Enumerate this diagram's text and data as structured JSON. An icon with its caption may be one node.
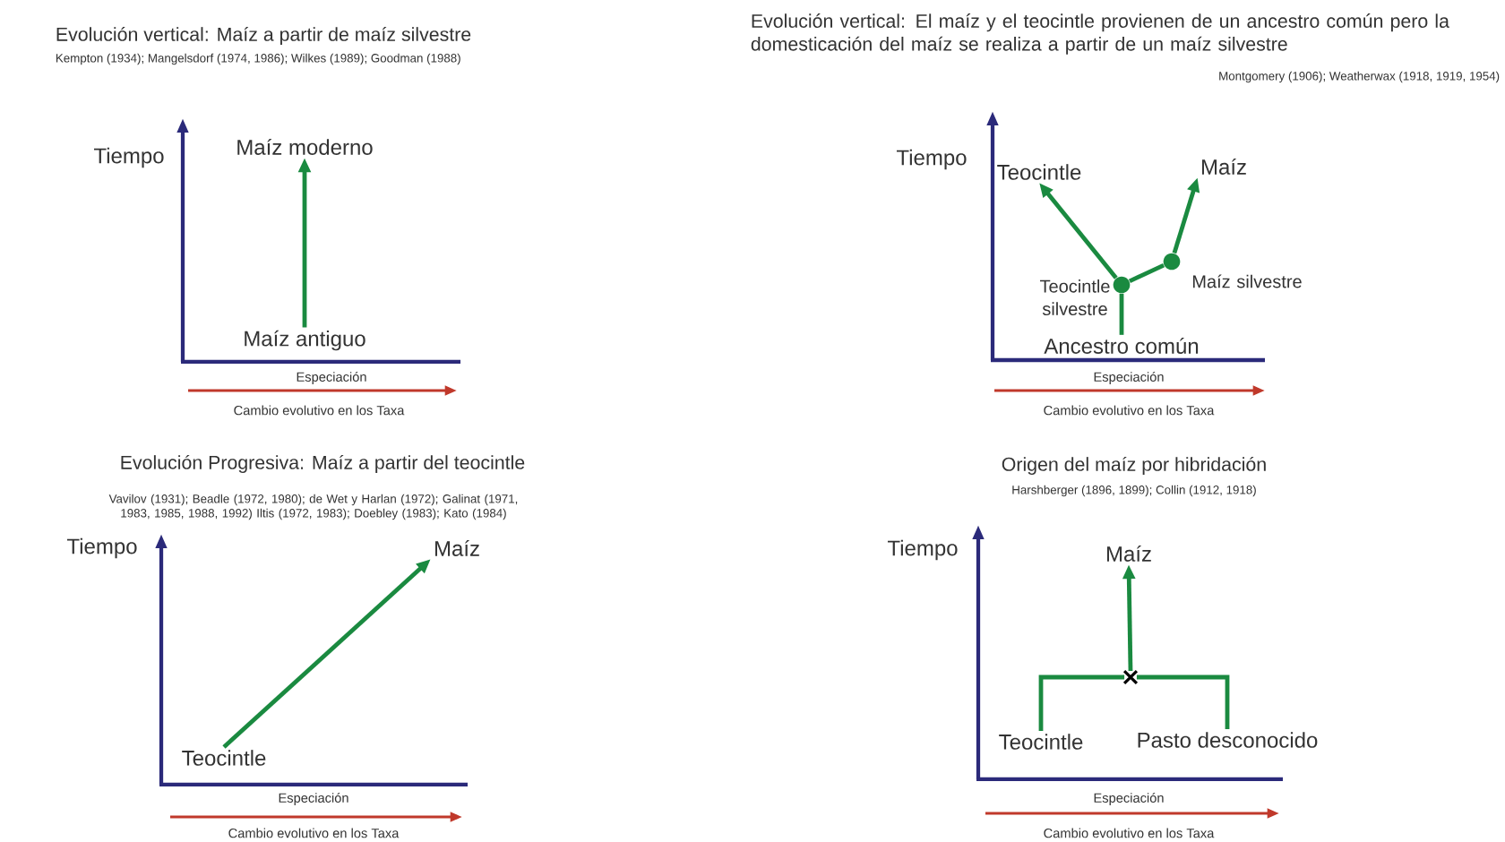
{
  "diagram": {
    "nodes": [
      {
        "text": [
          "Maíz moderno"
        ]
      },
      {
        "text": [
          "Maíz antiguo"
        ]
      },
      {
        "text": [
          "Teocintle"
        ]
      },
      {
        "text": [
          "Maíz"
        ]
      },
      {
        "text": [],
        "shape": "circle",
        "beside": [
          "Teocintle silvestre"
        ]
      },
      {
        "text": [],
        "shape": "circle",
        "beside": [
          "Maíz silvestre"
        ]
      },
      {
        "text": [
          "Ancestro común"
        ]
      },
      {
        "text": [
          "Maíz"
        ]
      },
      {
        "text": [
          "Teocintle"
        ]
      },
      {
        "text": [
          "Maíz"
        ]
      },
      {
        "text": [],
        "shape": "cross"
      },
      {
        "text": [
          "Teocintle"
        ]
      },
      {
        "text": [
          "Pasto desconocido"
        ]
      }
    ],
    "edges": [
      {
        "from": 1,
        "to": 0,
        "arrow": "to"
      },
      {
        "from": 6,
        "to": 4,
        "arrow": "none"
      },
      {
        "from": 4,
        "to": 2,
        "arrow": "to"
      },
      {
        "from": 4,
        "to": 5,
        "arrow": "none"
      },
      {
        "from": 5,
        "to": 3,
        "arrow": "to"
      },
      {
        "from": 8,
        "to": 7,
        "arrow": "to"
      },
      {
        "from": 11,
        "to": 10,
        "arrow": "none"
      },
      {
        "from": 12,
        "to": 10,
        "arrow": "none"
      },
      {
        "from": 10,
        "to": 9,
        "arrow": "to"
      }
    ],
    "labels": [
      "Evolución vertical: Maíz a partir de maíz silvestre",
      "Kempton (1934); Mangelsdorf (1974, 1986); Wilkes (1989); Goodman (1988)",
      "Tiempo",
      "Especiación",
      "Cambio evolutivo en los Taxa",
      "Evolución vertical: El maíz y el teocintle provienen de un ancestro común pero la domesticación del maíz se realiza a partir de un maíz silvestre",
      "Montgomery (1906); Weatherwax (1918, 1919, 1954)",
      "Tiempo",
      "Especiación",
      "Cambio evolutivo en los Taxa",
      "Evolución Progresiva: Maíz a partir del teocintle",
      "Vavilov (1931); Beadle (1972, 1980); de Wet y Harlan (1972); Galinat (1971, 1983, 1985, 1988, 1992) Iltis (1972, 1983); Doebley (1983); Kato (1984)",
      "Tiempo",
      "Especiación",
      "Cambio evolutivo en los Taxa",
      "Origen del maíz por hibridación",
      "Harshberger (1896, 1899); Collin (1912, 1918)",
      "Tiempo",
      "Especiación",
      "Cambio evolutivo en los Taxa"
    ]
  }
}
